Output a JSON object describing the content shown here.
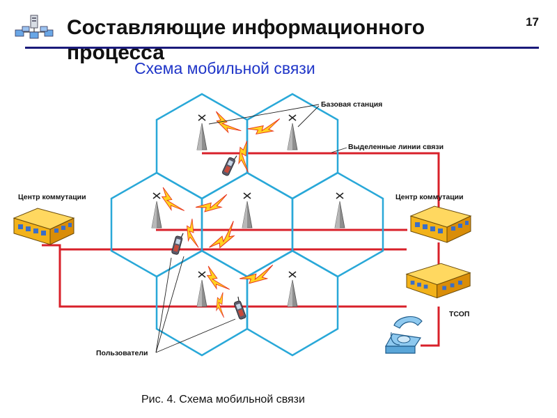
{
  "slide": {
    "title": "Составляющие информационного процесса",
    "number": "17",
    "subtitle": "Схема мобильной связи",
    "caption": "Рис. 4. Схема мобильной связи"
  },
  "diagram": {
    "labels": {
      "base_station": "Базовая станция",
      "dedicated_lines": "Выделенные линии связи",
      "switching_center_left": "Центр коммутации",
      "switching_center_right": "Центр коммутации",
      "users": "Пользователи",
      "pstn": "ТСОП"
    },
    "colors": {
      "cell_outline": "#29a8d8",
      "wired_line": "#d8202a",
      "tower": "#8a8a8a",
      "radio_link": "#ffd21f",
      "title_rule": "#1a1a7a",
      "subtitle": "#1f35c8"
    },
    "icons": [
      "network-logo-icon",
      "base-station-icon",
      "lightning-icon",
      "mobile-phone-icon",
      "building-icon",
      "telephone-icon"
    ]
  }
}
